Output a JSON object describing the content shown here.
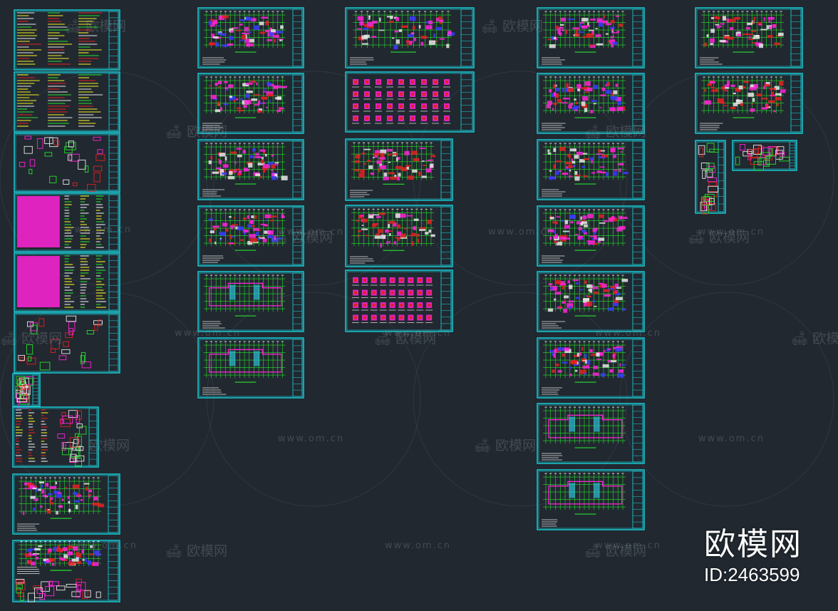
{
  "app": {
    "background": "#212830"
  },
  "colors": {
    "frame": "#19d6e0",
    "grid_green": "#26e02c",
    "magenta": "#ff22d8",
    "red": "#e52020",
    "yellow": "#f2ee22",
    "white": "#e8e8e8",
    "blue": "#3a3aff",
    "watermark": "#96a0aa"
  },
  "watermarks": {
    "url_text": "www.om.cn",
    "logo_text": "欧模网"
  },
  "badge": {
    "logo": "欧模网",
    "id": "ID:2463599"
  },
  "sheets": {
    "column_1": [
      {
        "name": "general-notes-sheet-1",
        "content": "notes-yellow"
      },
      {
        "name": "general-notes-sheet-2",
        "content": "notes-yellow"
      },
      {
        "name": "detail-sheet-1",
        "content": "details"
      },
      {
        "name": "notes-sheet-magenta-1",
        "content": "notes-magenta"
      },
      {
        "name": "notes-sheet-magenta-2",
        "content": "notes-magenta"
      },
      {
        "name": "detail-sheet-2",
        "content": "details"
      },
      {
        "name": "small-detail-sheet",
        "content": "details"
      },
      {
        "name": "notes-sheet-3",
        "content": "notes-mixed"
      },
      {
        "name": "plan-sheet-1",
        "content": "plan"
      },
      {
        "name": "plan-sheet-2",
        "content": "plan-detail"
      }
    ],
    "column_2": [
      {
        "name": "floor-plan-1",
        "content": "plan"
      },
      {
        "name": "floor-plan-2",
        "content": "plan"
      },
      {
        "name": "floor-plan-3",
        "content": "plan"
      },
      {
        "name": "floor-plan-4",
        "content": "plan"
      },
      {
        "name": "floor-plan-5",
        "content": "plan-outline"
      },
      {
        "name": "floor-plan-6",
        "content": "plan-outline"
      }
    ],
    "column_3": [
      {
        "name": "foundation-plan-1",
        "content": "plan"
      },
      {
        "name": "column-detail-sheet-1",
        "content": "columns"
      },
      {
        "name": "beam-plan-1",
        "content": "plan-red"
      },
      {
        "name": "beam-plan-2",
        "content": "plan-red"
      },
      {
        "name": "column-detail-sheet-2",
        "content": "columns"
      }
    ],
    "column_4": [
      {
        "name": "slab-plan-1",
        "content": "plan"
      },
      {
        "name": "slab-plan-2",
        "content": "plan"
      },
      {
        "name": "slab-plan-3",
        "content": "plan"
      },
      {
        "name": "slab-plan-4",
        "content": "plan"
      },
      {
        "name": "slab-plan-5",
        "content": "plan"
      },
      {
        "name": "slab-plan-6",
        "content": "plan"
      },
      {
        "name": "roof-plan-1",
        "content": "plan-outline"
      },
      {
        "name": "roof-plan-2",
        "content": "plan-outline"
      }
    ],
    "column_5": [
      {
        "name": "stair-plan-1",
        "content": "plan-red"
      },
      {
        "name": "stair-plan-2",
        "content": "plan-red"
      },
      {
        "name": "stair-section-sheet",
        "content": "details"
      },
      {
        "name": "stair-detail-sheet",
        "content": "details"
      }
    ]
  }
}
